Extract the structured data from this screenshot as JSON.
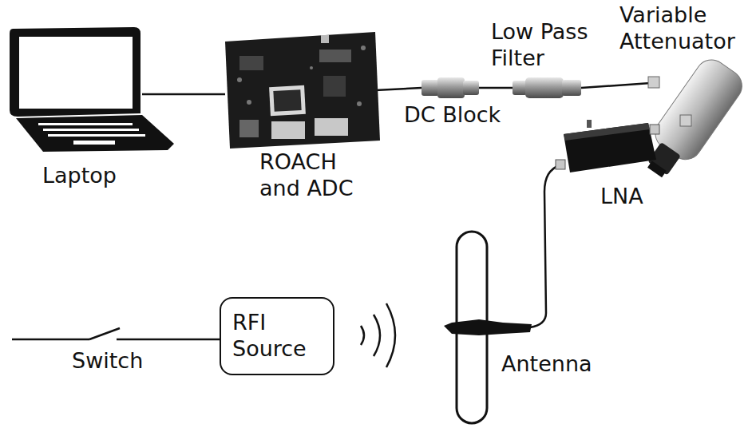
{
  "diagram": {
    "nodes": [
      {
        "text": [
          "RFI Source"
        ]
      }
    ],
    "labels": [
      "Laptop",
      "ROACH and ADC",
      "DC Block",
      "Low Pass Filter",
      "Variable Attenuator",
      "LNA",
      "Antenna",
      "Switch"
    ]
  }
}
